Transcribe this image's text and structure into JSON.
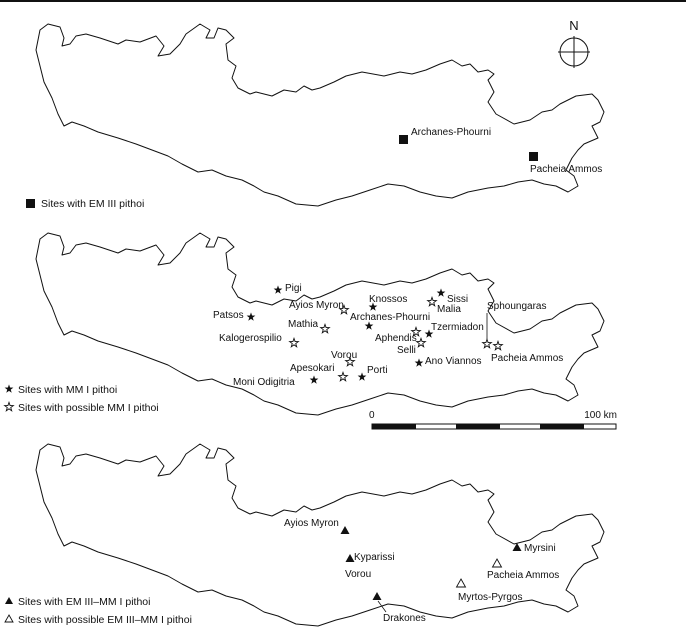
{
  "compass": {
    "label": "N"
  },
  "panels": [
    {
      "legend": [
        {
          "symbol": "filled-square",
          "text": "Sites with EM III pithoi"
        }
      ],
      "sites": [
        {
          "name": "Archanes-Phourni",
          "symbol": "filled-square"
        },
        {
          "name": "Pacheia Ammos",
          "symbol": "filled-square"
        }
      ]
    },
    {
      "legend": [
        {
          "symbol": "filled-star",
          "text": "Sites with MM I pithoi"
        },
        {
          "symbol": "open-star",
          "text": "Sites with possible MM I pithoi"
        }
      ],
      "sites": [
        {
          "name": "Pigi",
          "symbol": "filled-star"
        },
        {
          "name": "Patsos",
          "symbol": "filled-star"
        },
        {
          "name": "Ayios Myron",
          "symbol": "open-star"
        },
        {
          "name": "Mathia",
          "symbol": "open-star"
        },
        {
          "name": "Kalogerospilio",
          "symbol": "open-star"
        },
        {
          "name": "Knossos",
          "symbol": "filled-star"
        },
        {
          "name": "Archanes-Phourni",
          "symbol": "filled-star"
        },
        {
          "name": "Sissi",
          "symbol": "filled-star"
        },
        {
          "name": "Malia",
          "symbol": "open-star"
        },
        {
          "name": "Sphoungaras",
          "symbol": "open-star"
        },
        {
          "name": "Tzermiadon",
          "symbol": "filled-star"
        },
        {
          "name": "Aphendis",
          "symbol": "open-star"
        },
        {
          "name": "Selli",
          "symbol": "open-star"
        },
        {
          "name": "Pacheia Ammos",
          "symbol": "open-star"
        },
        {
          "name": "Ano Viannos",
          "symbol": "filled-star"
        },
        {
          "name": "Vorou",
          "symbol": "open-star"
        },
        {
          "name": "Apesokari",
          "symbol": "open-star"
        },
        {
          "name": "Porti",
          "symbol": "filled-star"
        },
        {
          "name": "Moni Odigitria",
          "symbol": "filled-star"
        }
      ]
    },
    {
      "legend": [
        {
          "symbol": "filled-triangle",
          "text": "Sites with EM III–MM I pithoi"
        },
        {
          "symbol": "open-triangle",
          "text": "Sites with possible EM III–MM I pithoi"
        }
      ],
      "sites": [
        {
          "name": "Ayios Myron",
          "symbol": "filled-triangle"
        },
        {
          "name": "Kyparissi",
          "symbol": "filled-triangle"
        },
        {
          "name": "Vorou",
          "symbol": "filled-triangle"
        },
        {
          "name": "Myrsini",
          "symbol": "filled-triangle"
        },
        {
          "name": "Pacheia Ammos",
          "symbol": "open-triangle"
        },
        {
          "name": "Myrtos-Pyrgos",
          "symbol": "open-triangle"
        },
        {
          "name": "Drakones",
          "symbol": "filled-triangle"
        }
      ]
    }
  ],
  "scale_bar": {
    "start_label": "0",
    "end_label": "100 km",
    "segments": 6
  }
}
